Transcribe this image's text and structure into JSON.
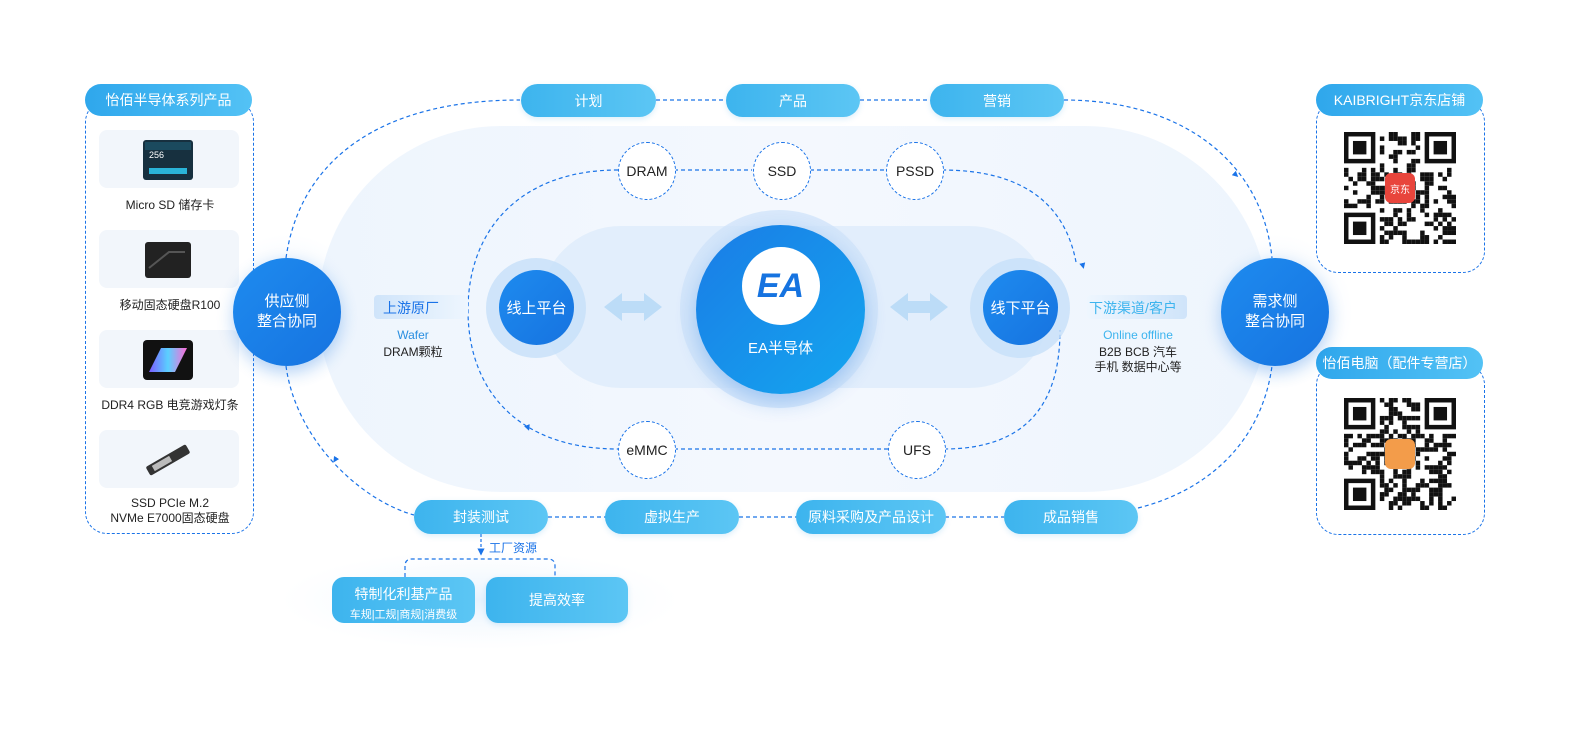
{
  "supply_panel": {
    "title": "怡佰半导体系列产品",
    "products": [
      {
        "label": "Micro SD 储存卡",
        "icon": "microsd-card-icon"
      },
      {
        "label": "移动固态硬盘R100",
        "icon": "portable-ssd-icon"
      },
      {
        "label": "DDR4 RGB 电竞游戏灯条",
        "icon": "ddr4-rgb-ram-icon"
      },
      {
        "label": "SSD PCIe M.2",
        "label2": "NVMe E7000固态硬盘",
        "icon": "m2-ssd-icon"
      }
    ]
  },
  "stores": [
    {
      "title": "KAIBRIGHT京东店铺",
      "qr_badge": "京东",
      "qr_icon": "jd-qr-code-icon"
    },
    {
      "title": "怡佰电脑（配件专营店）",
      "qr_icon": "store-qr-code-icon"
    }
  ],
  "top_pills": [
    "计划",
    "产品",
    "营销"
  ],
  "bottom_pills": [
    "封装测试",
    "虚拟生产",
    "原料采购及产品设计",
    "成品销售"
  ],
  "factory": {
    "label": "工厂资源",
    "special_title": "特制化利基产品",
    "special_sub": "车规|工规|商规|消费级",
    "efficiency": "提高效率"
  },
  "supply_node": {
    "line1": "供应侧",
    "line2": "整合协同"
  },
  "demand_node": {
    "line1": "需求侧",
    "line2": "整合协同"
  },
  "upstream": {
    "title": "上游原厂",
    "line1": "Wafer",
    "line2": "DRAM颗粒"
  },
  "downstream": {
    "title": "下游渠道/客户",
    "line1": "Online offline",
    "line2": "B2B BCB 汽车",
    "line3": "手机  数据中心等"
  },
  "online_platform": "线上平台",
  "offline_platform": "线下平台",
  "center": {
    "logo_text": "EA",
    "label": "EA半导体"
  },
  "products_ring": {
    "top": [
      "DRAM",
      "SSD",
      "PSSD"
    ],
    "bottom": [
      "eMMC",
      "UFS"
    ]
  },
  "colors": {
    "primary": "#1a73e8",
    "accent": "#3db4ee",
    "light_halo": "#dcecfb"
  }
}
